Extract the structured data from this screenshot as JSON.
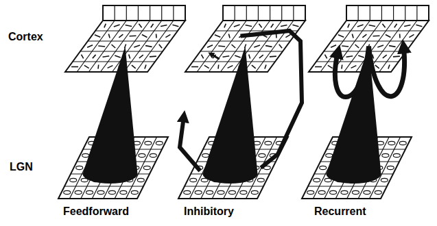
{
  "diagram": {
    "labels": [
      "Cortex",
      "LGN",
      "Feedforward",
      "Inhibitory",
      "Recurrent"
    ]
  }
}
